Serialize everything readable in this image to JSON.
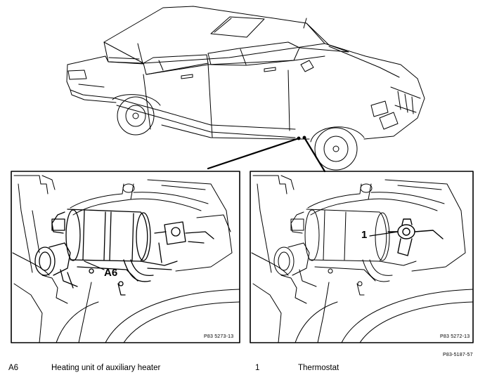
{
  "figure": {
    "callouts": {
      "left": "A6",
      "right": "1"
    },
    "panel_codes": {
      "left": "P83 5273-13",
      "right": "P83 5272-13"
    },
    "figure_code": "P83-5187-57"
  },
  "legend": [
    {
      "key": "A6",
      "text": "Heating unit of auxiliary heater"
    },
    {
      "key": "1",
      "text": "Thermostat"
    }
  ]
}
